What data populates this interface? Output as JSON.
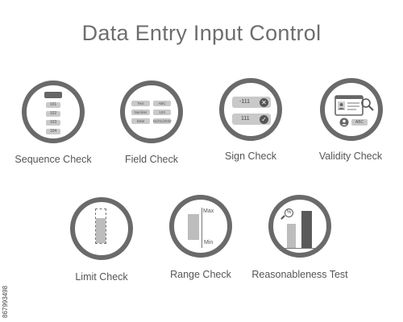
{
  "title": "Data Entry Input Control",
  "items": {
    "sequence": {
      "label": "Sequence Check",
      "values": [
        "101",
        "102",
        "103",
        "104"
      ]
    },
    "field": {
      "label": "Field Check",
      "rows": [
        {
          "name": "Text",
          "value": "ABC"
        },
        {
          "name": "Number",
          "value": "123"
        },
        {
          "name": "Date",
          "value": "01/01/2030"
        }
      ]
    },
    "sign": {
      "label": "Sign Check",
      "negative": "-111",
      "positive": "111"
    },
    "validity": {
      "label": "Validity Check",
      "tag": "ABC"
    },
    "limit": {
      "label": "Limit Check"
    },
    "range": {
      "label": "Range Check",
      "max": "Max",
      "min": "Min"
    },
    "reasonableness": {
      "label": "Reasonableness Test",
      "badge": "%"
    }
  },
  "watermark": "867993498"
}
